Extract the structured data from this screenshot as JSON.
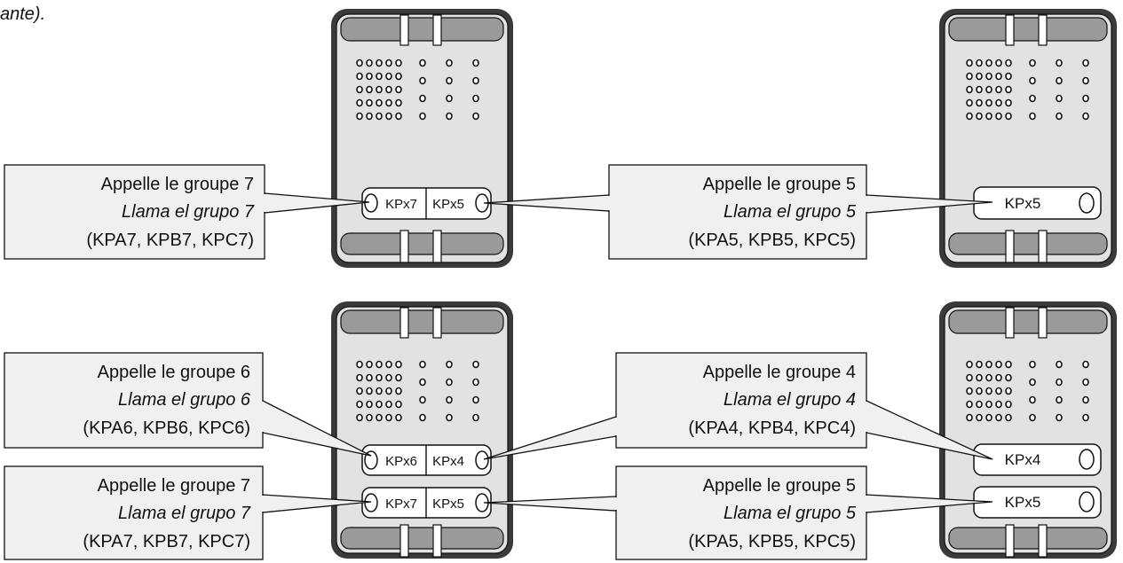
{
  "intro_fragment": "ante).",
  "callouts": {
    "top_left": {
      "fr": "Appelle le groupe 7",
      "es": "Llama el grupo 7",
      "codes": "(KPA7, KPB7, KPC7)"
    },
    "top_right": {
      "fr": "Appelle le groupe 5",
      "es": "Llama el grupo 5",
      "codes": "(KPA5, KPB5, KPC5)"
    },
    "bot_left_1": {
      "fr": "Appelle le groupe 6",
      "es": "Llama el grupo 6",
      "codes": "(KPA6, KPB6, KPC6)"
    },
    "bot_left_2": {
      "fr": "Appelle le groupe 7",
      "es": "Llama el grupo 7",
      "codes": "(KPA7, KPB7, KPC7)"
    },
    "bot_right_1": {
      "fr": "Appelle le groupe 4",
      "es": "Llama el grupo 4",
      "codes": "(KPA4, KPB4, KPC4)"
    },
    "bot_right_2": {
      "fr": "Appelle le groupe 5",
      "es": "Llama el grupo 5",
      "codes": "(KPA5, KPB5, KPC5)"
    }
  },
  "buttons": {
    "p1_left": "KPx7",
    "p1_right": "KPx5",
    "p2_single": "KPx5",
    "p3_r1_left": "KPx6",
    "p3_r1_right": "KPx4",
    "p3_r2_left": "KPx7",
    "p3_r2_right": "KPx5",
    "p4_r1": "KPx4",
    "p4_r2": "KPx5"
  }
}
